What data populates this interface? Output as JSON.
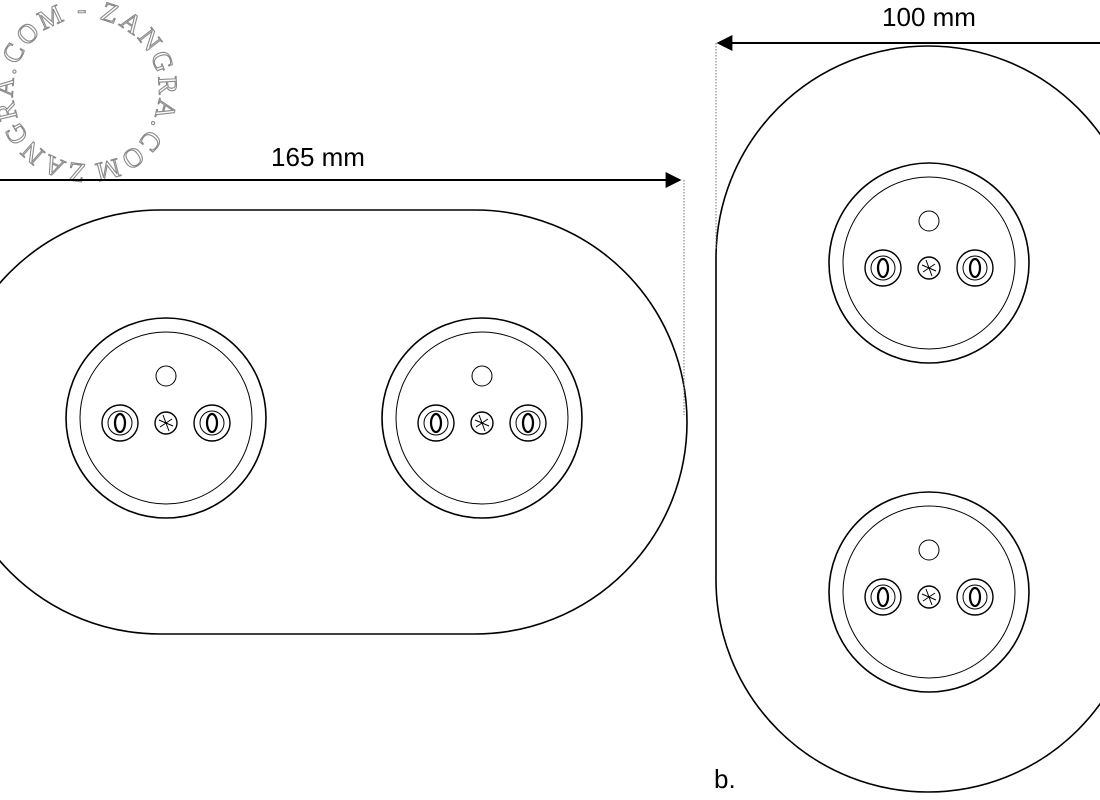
{
  "watermark": {
    "text": "ZANGRA.COM - ZANGRA.COM - ",
    "color": "#8a8a8a"
  },
  "dimensions": {
    "horizontal_width": "165 mm",
    "vertical_width": "100 mm"
  },
  "figure_label": "b.",
  "colors": {
    "line": "#000000",
    "background": "#ffffff",
    "extension_line": "#6f6f6f"
  }
}
